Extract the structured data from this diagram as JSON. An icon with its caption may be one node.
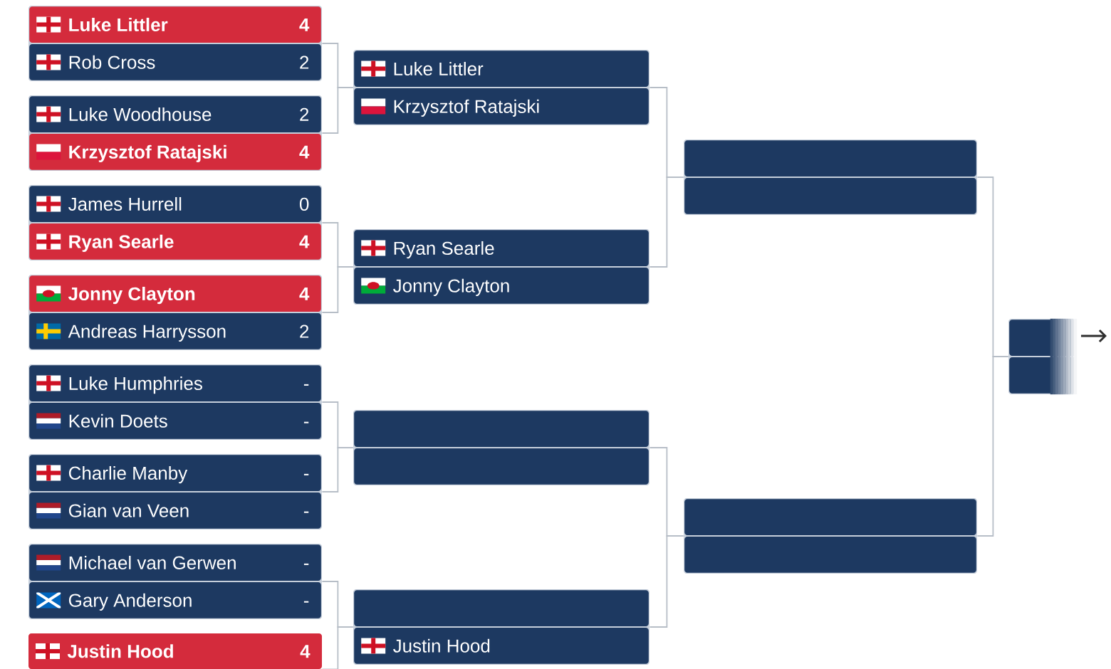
{
  "diagram": {
    "nodes": [
      {
        "text": [],
        "shape": "box"
      },
      {
        "text": [
          "Luke Littler",
          "4"
        ],
        "in": 0
      },
      {
        "text": [
          "Rob Cross",
          "2"
        ],
        "in": 0
      },
      {
        "text": [],
        "shape": "box"
      },
      {
        "text": [
          "Luke Woodhouse",
          "2"
        ],
        "in": 3
      },
      {
        "text": [
          "Krzysztof Ratajski",
          "4"
        ],
        "in": 3
      },
      {
        "text": [],
        "shape": "box"
      },
      {
        "text": [
          "James Hurrell",
          "0"
        ],
        "in": 6
      },
      {
        "text": [
          "Ryan Searle",
          "4"
        ],
        "in": 6
      },
      {
        "text": [],
        "shape": "box"
      },
      {
        "text": [
          "Jonny Clayton",
          "4"
        ],
        "in": 9
      },
      {
        "text": [
          "Andreas Harrysson",
          "2"
        ],
        "in": 9
      },
      {
        "text": [],
        "shape": "box"
      },
      {
        "text": [
          "Luke Humphries",
          "-"
        ],
        "in": 12
      },
      {
        "text": [
          "Kevin Doets",
          "-"
        ],
        "in": 12
      },
      {
        "text": [],
        "shape": "box"
      },
      {
        "text": [
          "Charlie Manby",
          "-"
        ],
        "in": 15
      },
      {
        "text": [
          "Gian van Veen",
          "-"
        ],
        "in": 15
      },
      {
        "text": [],
        "shape": "box"
      },
      {
        "text": [
          "Michael van Gerwen",
          "-"
        ],
        "in": 18
      },
      {
        "text": [
          "Gary Anderson",
          "-"
        ],
        "in": 18
      },
      {
        "text": [
          "Justin Hood",
          "4"
        ]
      },
      {
        "text": [],
        "shape": "box"
      },
      {
        "text": [
          "Luke Littler"
        ],
        "in": 22
      },
      {
        "text": [
          "Krzysztof Ratajski"
        ],
        "in": 22
      },
      {
        "text": [],
        "shape": "box"
      },
      {
        "text": [
          "Ryan Searle"
        ],
        "in": 25
      },
      {
        "text": [
          "Jonny Clayton"
        ],
        "in": 25
      },
      {
        "text": [],
        "shape": "box"
      },
      {
        "text": [],
        "shape": "box",
        "in": 28
      },
      {
        "text": [],
        "shape": "box",
        "in": 28
      },
      {
        "text": [],
        "shape": "box"
      },
      {
        "text": [],
        "shape": "box",
        "in": 31
      },
      {
        "text": [
          "Justin Hood"
        ],
        "in": 31
      },
      {
        "text": [],
        "shape": "box"
      },
      {
        "text": [],
        "shape": "box",
        "in": 34
      },
      {
        "text": [],
        "shape": "box",
        "in": 34
      },
      {
        "text": [],
        "shape": "box"
      },
      {
        "text": [],
        "shape": "box",
        "in": 37
      },
      {
        "text": [],
        "shape": "box",
        "in": 37
      },
      {
        "text": [],
        "shape": "box"
      },
      {
        "text": [],
        "shape": "box",
        "in": 40
      },
      {
        "text": [],
        "shape": "box",
        "in": 40
      }
    ],
    "edges": [
      {
        "from": 0,
        "to": 22,
        "arrow": "none"
      },
      {
        "from": 3,
        "to": 22,
        "arrow": "none"
      },
      {
        "from": 6,
        "to": 25,
        "arrow": "none"
      },
      {
        "from": 9,
        "to": 25,
        "arrow": "none"
      },
      {
        "from": 12,
        "to": 28,
        "arrow": "none"
      },
      {
        "from": 15,
        "to": 28,
        "arrow": "none"
      },
      {
        "from": 18,
        "to": 31,
        "arrow": "none"
      },
      {
        "from": 21,
        "to": 31,
        "arrow": "none"
      },
      {
        "from": 22,
        "to": 34,
        "arrow": "none"
      },
      {
        "from": 25,
        "to": 34,
        "arrow": "none"
      },
      {
        "from": 28,
        "to": 37,
        "arrow": "none"
      },
      {
        "from": 31,
        "to": 37,
        "arrow": "none"
      },
      {
        "from": 34,
        "to": 40,
        "arrow": "none"
      },
      {
        "from": 37,
        "to": 40,
        "arrow": "none"
      }
    ]
  }
}
